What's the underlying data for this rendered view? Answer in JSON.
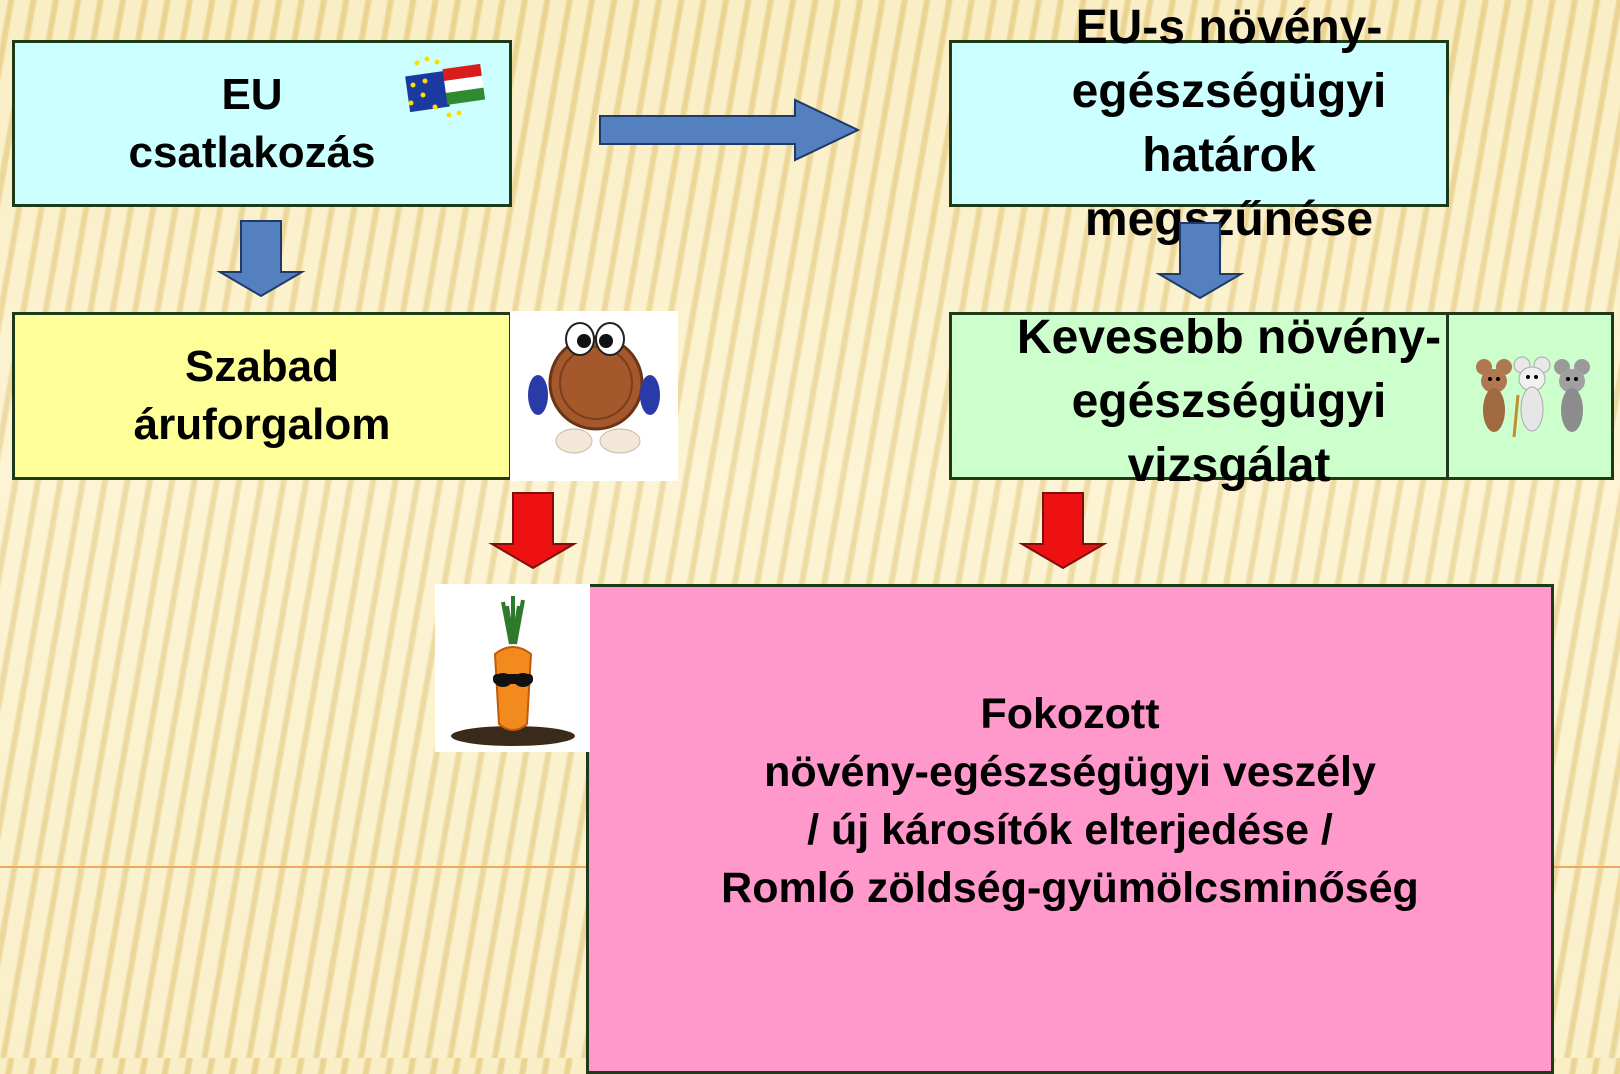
{
  "boxes": {
    "eu_accession": "EU\ncsatlakozás",
    "eu_borders": "EU-s növény-\negészségügyi\nhatárok\nmegszűnése",
    "free_trade": "Szabad\náruforgalom",
    "fewer_checks": "Kevesebb növény-\negészségügyi\nvizsgálat",
    "increased_danger": "Fokozott\nnövény-egészségügyi veszély\n/ új károsítók elterjedése /\nRomló zöldség-gyümölcsminőség"
  },
  "colors": {
    "box_cyan": "#ccffff",
    "box_yellow": "#ffff99",
    "box_green": "#ccffcc",
    "box_pink": "#ff99cc",
    "arrow_blue": "#5580c0",
    "arrow_red": "#ee1111"
  },
  "icons": [
    "eu-hungary-flag-icon",
    "coin-character-icon",
    "mice-icon",
    "carrot-character-icon"
  ]
}
